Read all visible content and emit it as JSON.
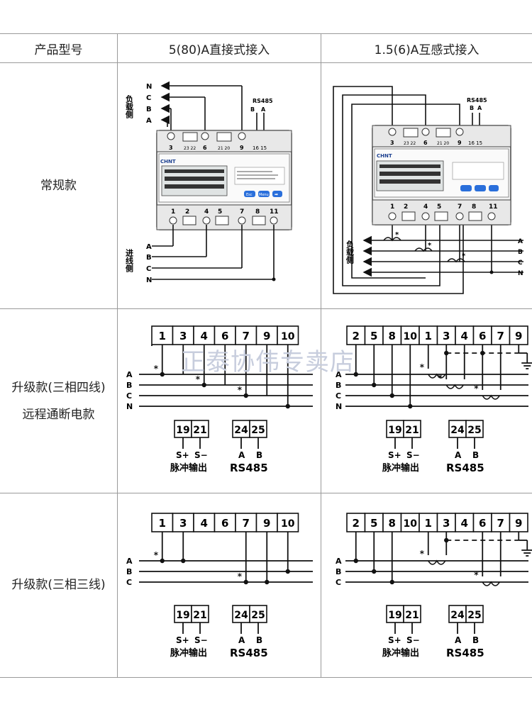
{
  "table": {
    "header": {
      "model_label": "产品型号",
      "direct_label": "5(80)A直接式接入",
      "ct_label": "1.5(6)A互感式接入"
    },
    "rows": [
      {
        "label": "常规款"
      },
      {
        "label_line1": "升级款(三相四线)",
        "label_line2": "远程通断电款"
      },
      {
        "label": "升级款(三相三线)"
      }
    ]
  },
  "meter": {
    "brand": "CHNT",
    "rs485": "RS485",
    "rs485_a": "A",
    "rs485_b": "B",
    "top_terminals": [
      "3",
      "23 22",
      "6",
      "21 20",
      "9",
      "16 15"
    ],
    "bottom_terminals": [
      "1",
      "2",
      "4",
      "5",
      "7",
      "8",
      "11"
    ],
    "buttons": [
      "Esc",
      "Menu",
      "➡"
    ],
    "load_side": "负载侧",
    "line_side": "进线侧",
    "phases": [
      "N",
      "C",
      "B",
      "A"
    ],
    "phases_in": [
      "A",
      "B",
      "C",
      "N"
    ]
  },
  "upgrade4_direct": {
    "terminals": [
      "1",
      "3",
      "4",
      "6",
      "7",
      "9",
      "10"
    ],
    "phases": [
      "A",
      "B",
      "C",
      "N"
    ]
  },
  "upgrade4_ct": {
    "terminals": [
      "2",
      "5",
      "8",
      "10",
      "1",
      "3",
      "4",
      "6",
      "7",
      "9"
    ],
    "phases": [
      "A",
      "B",
      "C",
      "N"
    ]
  },
  "upgrade3_direct": {
    "terminals": [
      "1",
      "3",
      "4",
      "6",
      "7",
      "9",
      "10"
    ],
    "phases": [
      "A",
      "B",
      "C"
    ]
  },
  "upgrade3_ct": {
    "terminals": [
      "2",
      "5",
      "8",
      "10",
      "1",
      "3",
      "4",
      "6",
      "7",
      "9"
    ],
    "phases": [
      "A",
      "B",
      "C"
    ]
  },
  "pulse": {
    "terminals": [
      "19",
      "21"
    ],
    "s_plus": "S+",
    "s_minus": "S−",
    "label": "脉冲输出"
  },
  "rs485_block": {
    "terminals": [
      "24",
      "25"
    ],
    "a": "A",
    "b": "B",
    "label": "RS485"
  },
  "watermark": "正泰协伟专卖店"
}
